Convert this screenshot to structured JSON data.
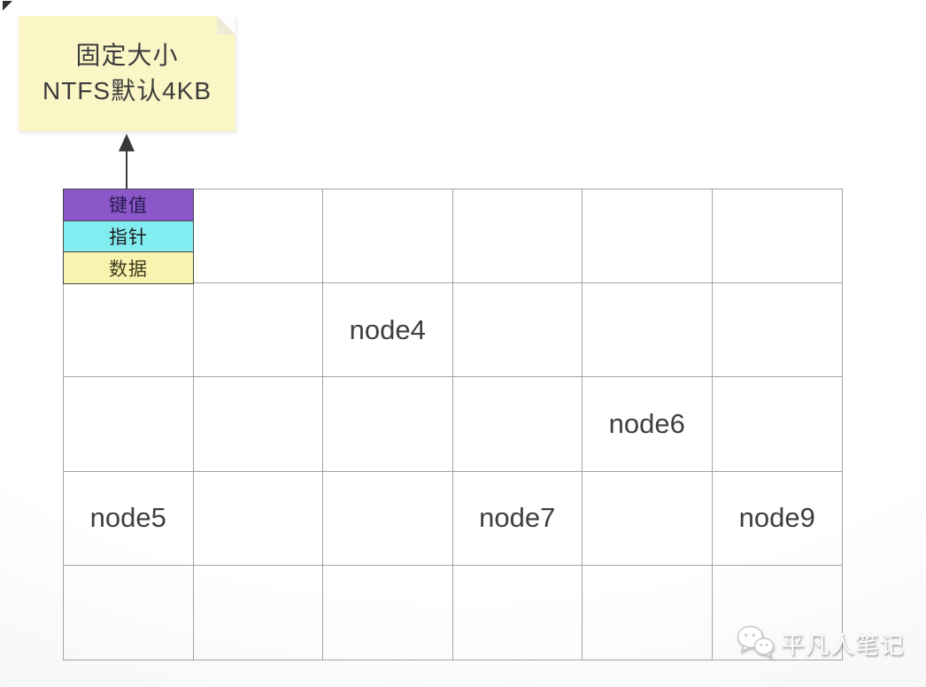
{
  "note": {
    "line1": "固定大小",
    "line2": "NTFS默认4KB"
  },
  "legend": {
    "key_label": "键值",
    "pointer_label": "指针",
    "data_label": "数据"
  },
  "grid": {
    "rows": 5,
    "cols": 6,
    "cells": [
      {
        "row": 2,
        "col": 3,
        "label": "node4"
      },
      {
        "row": 3,
        "col": 5,
        "label": "node6"
      },
      {
        "row": 4,
        "col": 1,
        "label": "node5"
      },
      {
        "row": 4,
        "col": 4,
        "label": "node7"
      },
      {
        "row": 4,
        "col": 6,
        "label": "node9"
      }
    ]
  },
  "watermark": {
    "icon": "wechat-icon",
    "text": "平凡人笔记"
  },
  "colors": {
    "note_bg": "#faf6c6",
    "note_text": "#3c3c3c",
    "key_bg": "#8c57c8",
    "pointer_bg": "#82edf1",
    "data_bg": "#f8f4b0",
    "band_border": "#474747",
    "grid_line": "#a3a3a3",
    "arrow": "#3a3a3a",
    "node_text": "#3f3f3f"
  }
}
